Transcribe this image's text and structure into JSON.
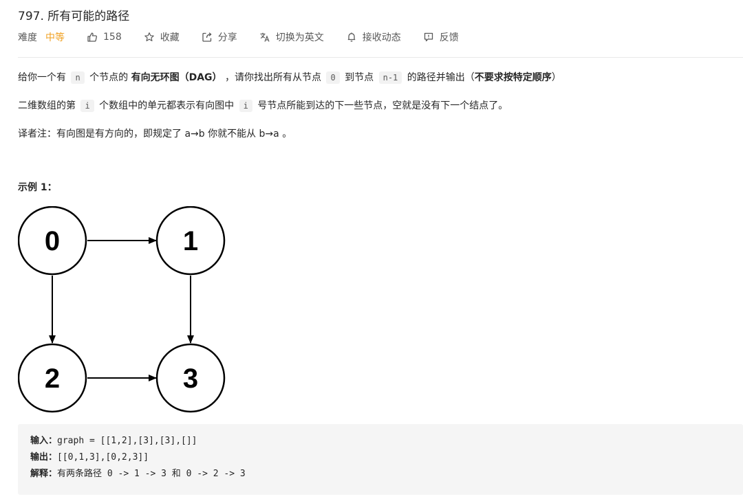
{
  "problem": {
    "title": "797. 所有可能的路径"
  },
  "meta": {
    "difficulty_label": "难度",
    "difficulty": "中等",
    "likes": "158",
    "favorite": "收藏",
    "share": "分享",
    "switch_lang": "切换为英文",
    "subscribe": "接收动态",
    "feedback": "反馈",
    "colors": {
      "difficulty_medium": "#f0a020",
      "text": "#262626",
      "muted": "#595959"
    }
  },
  "description": {
    "p1": {
      "t1": "给你一个有",
      "c1": "n",
      "t2": "个节点的",
      "b1": "有向无环图（DAG）",
      "t3": "，请你找出所有从节点",
      "c2": "0",
      "t4": "到节点",
      "c3": "n-1",
      "t5": "的路径并输出（",
      "b2": "不要求按特定顺序",
      "t6": "）"
    },
    "p2": {
      "t1": "二维数组的第",
      "c1": "i",
      "t2": "个数组中的单元都表示有向图中",
      "c2": "i",
      "t3": "号节点所能到达的下一些节点，空就是没有下一个结点了。"
    },
    "p3": "译者注：有向图是有方向的，即规定了 a→b 你就不能从 b→a 。"
  },
  "example1": {
    "title": "示例 1：",
    "graph": {
      "nodes": [
        "0",
        "1",
        "2",
        "3"
      ]
    },
    "input_label": "输入：",
    "input_value": "graph = [[1,2],[3],[3],[]]",
    "output_label": "输出：",
    "output_value": "[[0,1,3],[0,2,3]]",
    "explain_label": "解释：",
    "explain_value": "有两条路径 0 -> 1 -> 3 和 0 -> 2 -> 3"
  }
}
